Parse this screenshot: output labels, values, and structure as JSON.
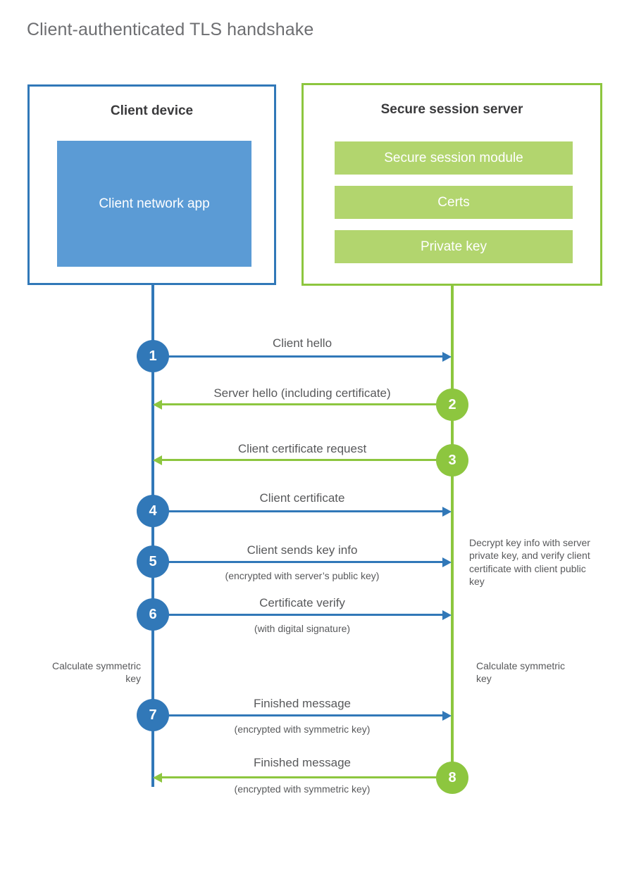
{
  "diagram": {
    "title": "Client-authenticated TLS handshake",
    "colors": {
      "client_blue": "#3178b8",
      "client_app_fill": "#5b9bd5",
      "server_green": "#8dc63f",
      "server_bar_fill": "#b2d56e",
      "text_gray": "#58595b",
      "title_gray": "#6d6e71"
    }
  },
  "client_box": {
    "title": "Client device",
    "app_label": "Client network app"
  },
  "server_box": {
    "title": "Secure session server",
    "modules": [
      {
        "label": "Secure session module"
      },
      {
        "label": "Certs"
      },
      {
        "label": "Private key"
      }
    ]
  },
  "steps": [
    {
      "number": "1",
      "direction": "client-to-server",
      "label": "Client hello",
      "sublabel": ""
    },
    {
      "number": "2",
      "direction": "server-to-client",
      "label": "Server hello (including certificate)",
      "sublabel": ""
    },
    {
      "number": "3",
      "direction": "server-to-client",
      "label": "Client certificate request",
      "sublabel": ""
    },
    {
      "number": "4",
      "direction": "client-to-server",
      "label": "Client certificate",
      "sublabel": ""
    },
    {
      "number": "5",
      "direction": "client-to-server",
      "label": "Client sends key info",
      "sublabel": "(encrypted with server’s public key)"
    },
    {
      "number": "6",
      "direction": "client-to-server",
      "label": "Certificate verify",
      "sublabel": "(with digital signature)"
    },
    {
      "number": "7",
      "direction": "client-to-server",
      "label": "Finished message",
      "sublabel": "(encrypted with symmetric key)"
    },
    {
      "number": "8",
      "direction": "server-to-client",
      "label": "Finished message",
      "sublabel": "(encrypted with symmetric key)"
    }
  ],
  "notes": {
    "server_decrypt": "Decrypt key info with server private key, and verify client certificate with client public key",
    "client_calculate": "Calculate symmetric key",
    "server_calculate": "Calculate symmetric key"
  }
}
